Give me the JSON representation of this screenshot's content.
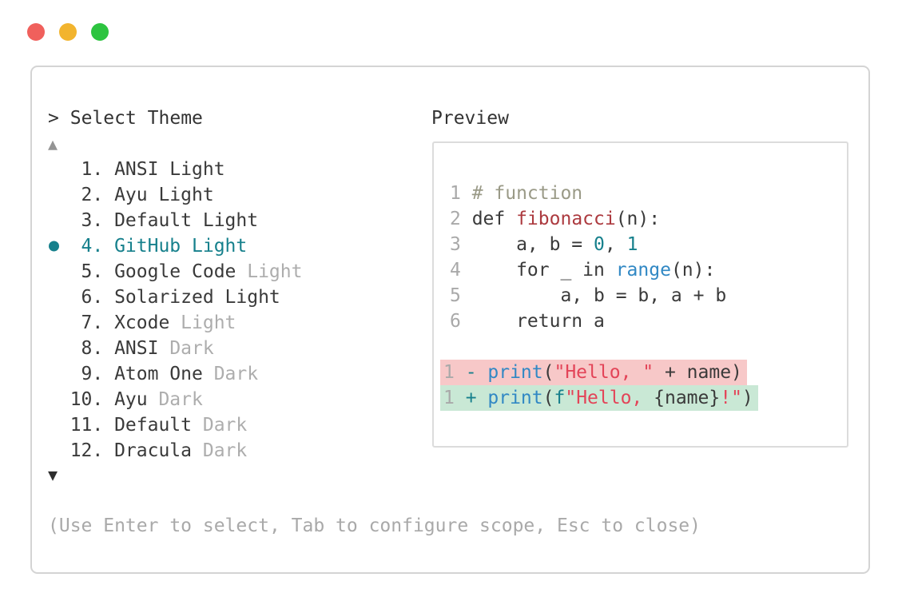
{
  "window": {
    "traffic_lights": [
      {
        "name": "close",
        "color": "#f0605c"
      },
      {
        "name": "minimize",
        "color": "#f2b42e"
      },
      {
        "name": "zoom",
        "color": "#2dc440"
      }
    ]
  },
  "colors": {
    "accent_teal": "#16808c",
    "blue": "#3188c4",
    "func_red": "#ac3a3f",
    "string_red": "#e34458",
    "comment": "#9a9a87",
    "code_text": "#3a3a3a",
    "muted_gray": "#adadad",
    "line_number": "#a9a9a9",
    "hint_gray": "#a9a9a9",
    "diff_removed_bg": "#f7c8c8",
    "diff_added_bg": "#c9e8d5",
    "border": "#d4d4d4"
  },
  "selector": {
    "prompt": ">",
    "title": "Select Theme",
    "scroll_up_icon": "▲",
    "scroll_down_icon": "▼",
    "themes": [
      {
        "num": "1",
        "name": "ANSI Light",
        "selected": false
      },
      {
        "num": "2",
        "name": "Ayu Light",
        "selected": false
      },
      {
        "num": "3",
        "name": "Default Light",
        "selected": false
      },
      {
        "num": "4",
        "name": "GitHub Light",
        "selected": true
      },
      {
        "num": "5",
        "name": "Google Code",
        "muted": "Light",
        "selected": false
      },
      {
        "num": "6",
        "name": "Solarized Light",
        "selected": false
      },
      {
        "num": "7",
        "name": "Xcode",
        "muted": "Light",
        "selected": false
      },
      {
        "num": "8",
        "name": "ANSI",
        "muted": "Dark",
        "selected": false
      },
      {
        "num": "9",
        "name": "Atom One",
        "muted": "Dark",
        "selected": false
      },
      {
        "num": "10",
        "name": "Ayu",
        "muted": "Dark",
        "selected": false
      },
      {
        "num": "11",
        "name": "Default",
        "muted": "Dark",
        "selected": false
      },
      {
        "num": "12",
        "name": "Dracula",
        "muted": "Dark",
        "selected": false
      }
    ],
    "hint": "(Use Enter to select, Tab to configure scope, Esc to close)"
  },
  "preview": {
    "title": "Preview",
    "code_lines": [
      {
        "ln": "1",
        "segments": [
          {
            "t": "# function",
            "c": "comment"
          }
        ]
      },
      {
        "ln": "2",
        "segments": [
          {
            "t": "def ",
            "c": "code"
          },
          {
            "t": "fibonacci",
            "c": "func"
          },
          {
            "t": "(n):",
            "c": "code"
          }
        ]
      },
      {
        "ln": "3",
        "segments": [
          {
            "t": "    a, b = ",
            "c": "code"
          },
          {
            "t": "0",
            "c": "num"
          },
          {
            "t": ", ",
            "c": "code"
          },
          {
            "t": "1",
            "c": "num"
          }
        ]
      },
      {
        "ln": "4",
        "segments": [
          {
            "t": "    for _ in ",
            "c": "code"
          },
          {
            "t": "range",
            "c": "builtin"
          },
          {
            "t": "(n):",
            "c": "code"
          }
        ]
      },
      {
        "ln": "5",
        "segments": [
          {
            "t": "        a, b = b, a + b",
            "c": "code"
          }
        ]
      },
      {
        "ln": "6",
        "segments": [
          {
            "t": "    return a",
            "c": "code"
          }
        ]
      }
    ],
    "diff_lines": [
      {
        "ln": "1",
        "sign": "-",
        "kind": "removed",
        "segments": [
          {
            "t": "print",
            "c": "builtin"
          },
          {
            "t": "(",
            "c": "code"
          },
          {
            "t": "\"Hello, \"",
            "c": "string"
          },
          {
            "t": " + name)",
            "c": "code"
          }
        ]
      },
      {
        "ln": "1",
        "sign": "+",
        "kind": "added",
        "segments": [
          {
            "t": "print",
            "c": "builtin"
          },
          {
            "t": "(",
            "c": "code"
          },
          {
            "t": "f",
            "c": "fstring"
          },
          {
            "t": "\"Hello, ",
            "c": "string"
          },
          {
            "t": "{name}",
            "c": "code"
          },
          {
            "t": "!\"",
            "c": "string"
          },
          {
            "t": ")",
            "c": "code"
          }
        ]
      }
    ]
  }
}
